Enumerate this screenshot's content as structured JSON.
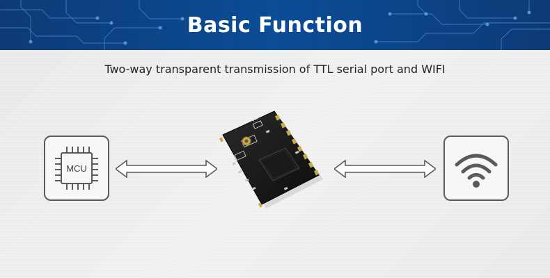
{
  "header": {
    "title": "Basic Function"
  },
  "subtitle": "Two-way transparent transmission of TTL serial port and WIFI",
  "diagram": {
    "left_node": {
      "label": "MCU",
      "icon": "chip-icon"
    },
    "center_node": {
      "icon": "wifi-module-icon",
      "marking": "A7"
    },
    "right_node": {
      "icon": "wifi-icon"
    },
    "connections": [
      "bidirectional-arrow",
      "bidirectional-arrow"
    ]
  },
  "colors": {
    "header_bg": "#0b4d97",
    "icon_stroke": "#5a5a5a",
    "background": "#ececec"
  }
}
